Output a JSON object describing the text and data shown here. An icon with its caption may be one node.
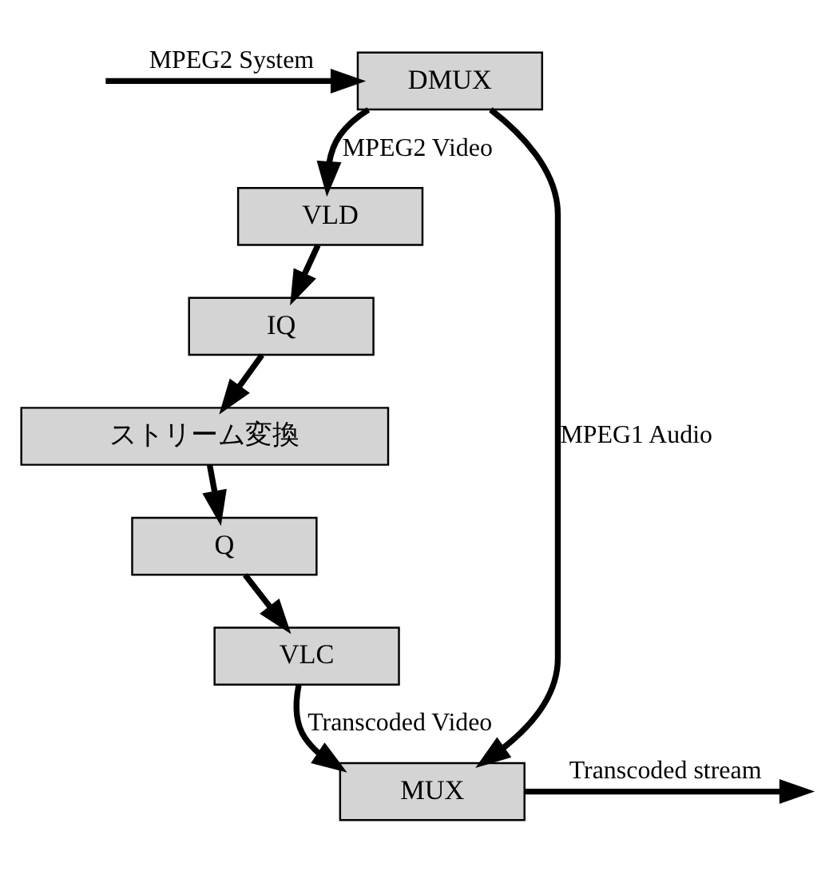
{
  "diagram": {
    "nodes": [
      {
        "text": [
          "DMUX"
        ]
      },
      {
        "text": [
          "VLD"
        ]
      },
      {
        "text": [
          "IQ"
        ]
      },
      {
        "text": [
          "ストリーム変換"
        ]
      },
      {
        "text": [
          "Q"
        ]
      },
      {
        "text": [
          "VLC"
        ]
      },
      {
        "text": [
          "MUX"
        ]
      }
    ],
    "edges": [
      {
        "from": null,
        "to": 0,
        "arrow": "to",
        "label": "MPEG2 System"
      },
      {
        "from": 0,
        "to": 1,
        "arrow": "to",
        "label": "MPEG2 Video"
      },
      {
        "from": 0,
        "to": 6,
        "arrow": "to",
        "label": "MPEG1 Audio"
      },
      {
        "from": 1,
        "to": 2,
        "arrow": "to"
      },
      {
        "from": 2,
        "to": 3,
        "arrow": "to"
      },
      {
        "from": 3,
        "to": 4,
        "arrow": "to"
      },
      {
        "from": 4,
        "to": 5,
        "arrow": "to"
      },
      {
        "from": 5,
        "to": 6,
        "arrow": "to",
        "label": "Transcoded Video"
      },
      {
        "from": 6,
        "to": null,
        "arrow": "to",
        "label": "Transcoded stream"
      }
    ]
  }
}
